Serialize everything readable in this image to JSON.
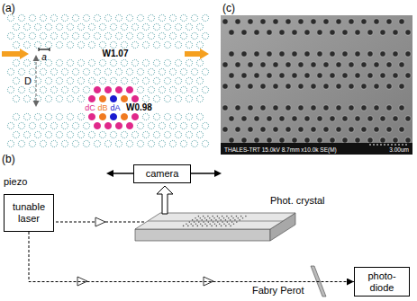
{
  "diagram": {
    "nodes": [
      {
        "text": [
          "tunable laser"
        ]
      },
      {
        "text": [
          "camera"
        ]
      },
      {
        "text": [
          "photo-diode"
        ]
      }
    ],
    "edges": [
      {
        "from": 0,
        "to": 2,
        "arrow": "to"
      }
    ],
    "labels": [
      "(a)",
      "a",
      "W1.07",
      "D",
      "dC",
      "dB",
      "dA",
      "W0.98",
      "(c)",
      "THALES-TRT 15.0kV 8.7mm x10.0k SE(M)",
      "3.00um",
      "(b)",
      "piezo",
      "Phot. crystal",
      "Fabry Perot"
    ]
  }
}
